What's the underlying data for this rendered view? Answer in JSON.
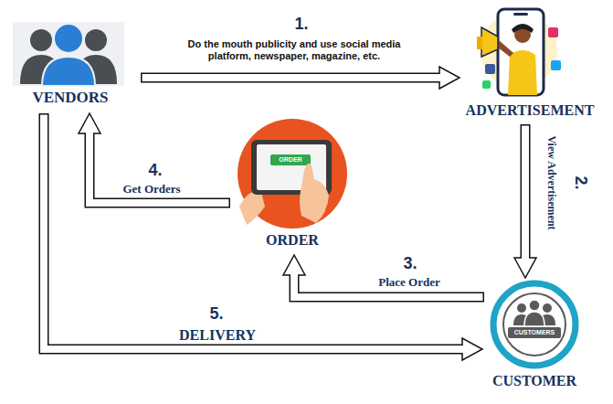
{
  "diagram": {
    "nodes": [
      {
        "text": [
          "VENDORS"
        ]
      },
      {
        "text": [
          "ADVERTISEMENT"
        ]
      },
      {
        "text": [
          "ORDER",
          "ORDER"
        ]
      },
      {
        "text": [
          "CUSTOMERS",
          "CUSTOMER"
        ]
      }
    ],
    "edges": [
      {
        "from": 0,
        "to": 1,
        "arrow": "to",
        "label": "Do the mouth publicity and use social media platform, newspaper, magazine, etc."
      },
      {
        "from": 1,
        "to": 3,
        "arrow": "to",
        "label": "View Advertisement"
      },
      {
        "from": 3,
        "to": 2,
        "arrow": "to",
        "label": "Place Order"
      },
      {
        "from": 2,
        "to": 0,
        "arrow": "to",
        "label": "Get Orders"
      },
      {
        "from": 0,
        "to": 3,
        "arrow": "to",
        "label": "DELIVERY"
      }
    ],
    "labels": [
      "1.",
      "2.",
      "3.",
      "4.",
      "5."
    ]
  }
}
